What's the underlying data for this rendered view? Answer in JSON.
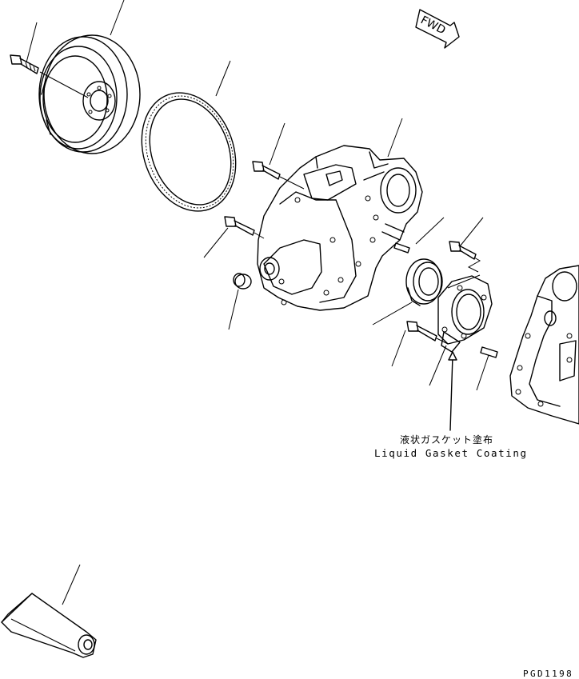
{
  "direction": {
    "label": "FWD"
  },
  "note": {
    "japanese": "液状ガスケット塗布",
    "english": "Liquid Gasket Coating"
  },
  "drawing_code": "PGD1198"
}
